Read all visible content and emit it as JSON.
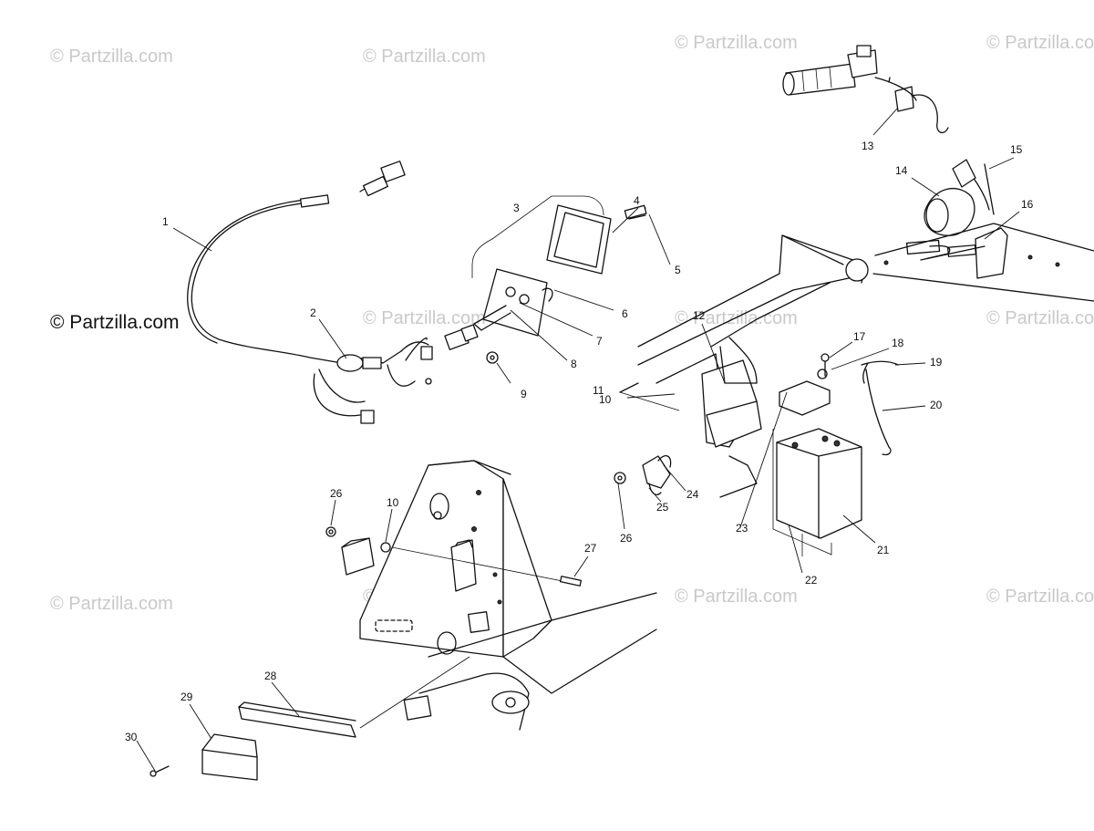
{
  "watermarks": {
    "text": "© Partzilla.com",
    "primary": "© Partzilla.com"
  },
  "callouts": [
    "1",
    "2",
    "3",
    "4",
    "5",
    "6",
    "7",
    "8",
    "9",
    "10",
    "11",
    "12",
    "13",
    "14",
    "15",
    "16",
    "17",
    "18",
    "19",
    "20",
    "21",
    "22",
    "23",
    "24",
    "25",
    "26",
    "27",
    "28",
    "29",
    "30"
  ],
  "callouts_repeat": {
    "second_10": "10",
    "second_26": "26"
  },
  "colors": {
    "line": "#111111",
    "watermark": "#c9c9c9",
    "background": "#ffffff"
  }
}
